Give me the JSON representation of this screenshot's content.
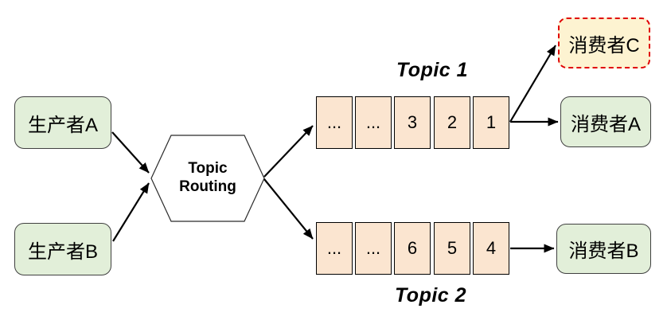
{
  "colors": {
    "background": "#ffffff",
    "producer_consumer_fill": "#e2efd9",
    "queue_cell_fill": "#fbe5d0",
    "consumer_c_fill": "#fdf3d1",
    "consumer_c_border": "#e00000",
    "box_border": "#404040",
    "arrow": "#000000"
  },
  "producers": [
    {
      "label": "生产者A"
    },
    {
      "label": "生产者B"
    }
  ],
  "router": {
    "label": "Topic Routing"
  },
  "topics": [
    {
      "label": "Topic 1",
      "cells": [
        "...",
        "...",
        "3",
        "2",
        "1"
      ]
    },
    {
      "label": "Topic 2",
      "cells": [
        "...",
        "...",
        "6",
        "5",
        "4"
      ]
    }
  ],
  "consumers": [
    {
      "label": "消费者C"
    },
    {
      "label": "消费者A"
    },
    {
      "label": "消费者B"
    }
  ]
}
